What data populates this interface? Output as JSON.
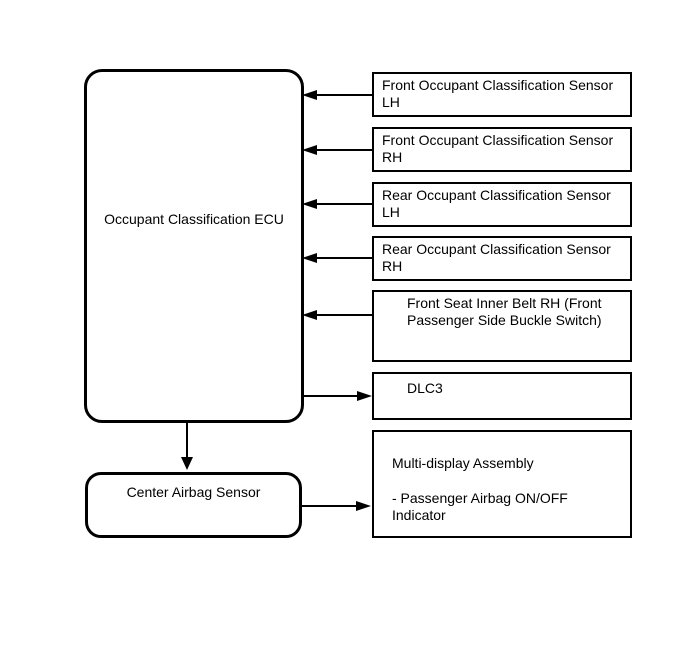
{
  "colors": {
    "line": "#000000",
    "background": "#ffffff",
    "text": "#000000"
  },
  "diagram": {
    "ecu": {
      "label": "Occupant Classification ECU"
    },
    "center_airbag_sensor": {
      "label": "Center Airbag Sensor"
    },
    "sensor_inputs": [
      {
        "label": "Front Occupant Classification Sensor LH"
      },
      {
        "label": "Front Occupant Classification Sensor RH"
      },
      {
        "label": "Rear Occupant Classification Sensor LH"
      },
      {
        "label": "Rear Occupant Classification Sensor RH"
      },
      {
        "label": "Front Seat Inner Belt RH (Front Passenger Side Buckle Switch)"
      }
    ],
    "dlc3": {
      "label": "DLC3"
    },
    "multi_display": {
      "title": "Multi-display Assembly",
      "item": "- Passenger Airbag ON/OFF Indicator"
    }
  }
}
